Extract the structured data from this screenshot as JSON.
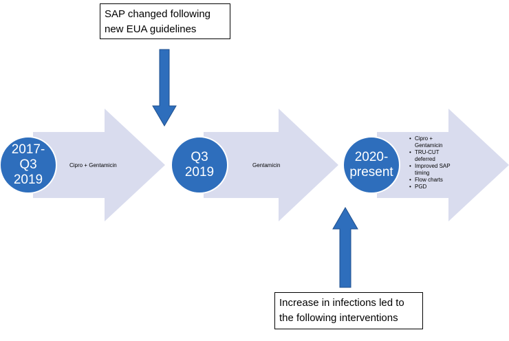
{
  "top_note": {
    "text": "SAP changed following new EUA guidelines"
  },
  "bottom_note": {
    "text": "Increase in infections led to the following interventions"
  },
  "stages": [
    {
      "period": "2017-Q3 2019",
      "detail": "Cipro + Gentamicin"
    },
    {
      "period": "Q3 2019",
      "detail": "Gentamicin"
    },
    {
      "period": "2020-present",
      "interventions": [
        "Cipro + Gentamicin",
        "TRU-CUT deferred",
        "Improved SAP timing",
        "Flow charts",
        "PGD"
      ]
    }
  ],
  "colors": {
    "arrow_fill": "#d9dcee",
    "circle_fill": "#2e6ebc",
    "pointer_fill": "#2e6ebc"
  }
}
